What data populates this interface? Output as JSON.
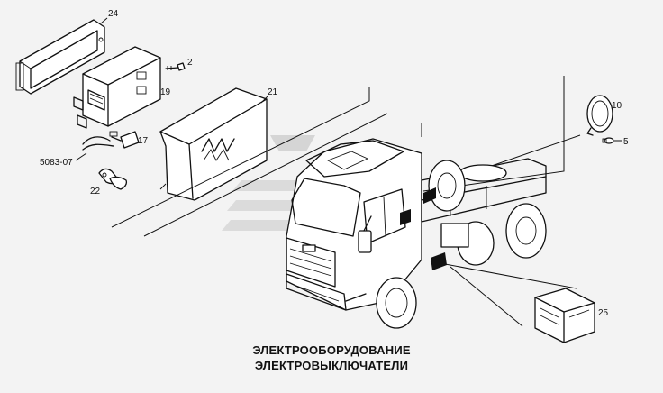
{
  "caption": {
    "line1": "ЭЛЕКТРООБОРУДОВАНИЕ",
    "line2": "ЭЛЕКТРОВЫКЛЮЧАТЕЛИ"
  },
  "callouts": {
    "c24": "24",
    "c2": "2",
    "c19": "19",
    "c21": "21",
    "c17": "17",
    "c5083": "5083-07",
    "c22": "22",
    "c10": "10",
    "c5": "5",
    "c25": "25"
  },
  "colors": {
    "line": "#111111",
    "background": "#f3f3f3",
    "watermark": "#c8c8c8"
  }
}
